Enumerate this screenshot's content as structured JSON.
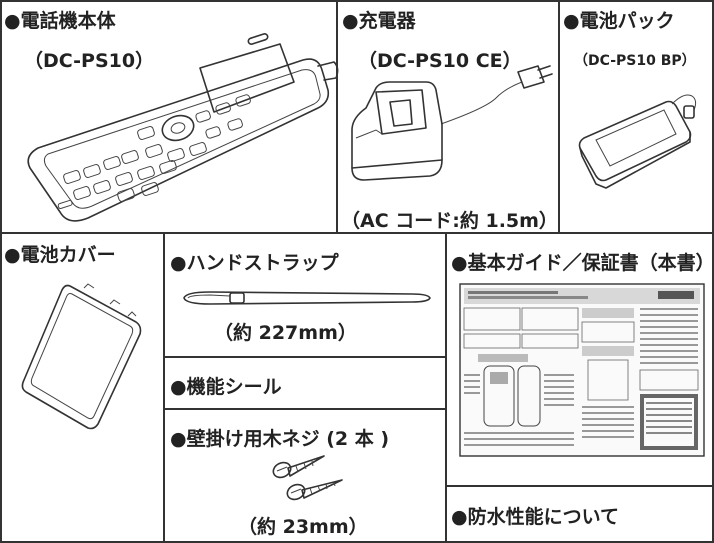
{
  "items": {
    "handset": {
      "title": "●電話機本体",
      "model": "（DC-PS10）"
    },
    "charger": {
      "title": "●充電器",
      "model": "（DC-PS10 CE）",
      "note": "（AC コード:約 1.5m）"
    },
    "battery": {
      "title": "●電池パック",
      "model": "（DC-PS10 BP）"
    },
    "cover": {
      "title": "●電池カバー"
    },
    "strap": {
      "title": "●ハンドストラップ",
      "size": "（約 227mm）"
    },
    "seal": {
      "title": "●機能シール"
    },
    "screws": {
      "title": "●壁掛け用木ネジ (2 本 )",
      "size": "（約 23mm）"
    },
    "guide": {
      "title": "●基本ガイド／保証書（本書）"
    },
    "waterproof": {
      "title": "●防水性能について"
    }
  },
  "colors": {
    "border": "#333333",
    "text": "#222222",
    "background": "#ffffff"
  }
}
